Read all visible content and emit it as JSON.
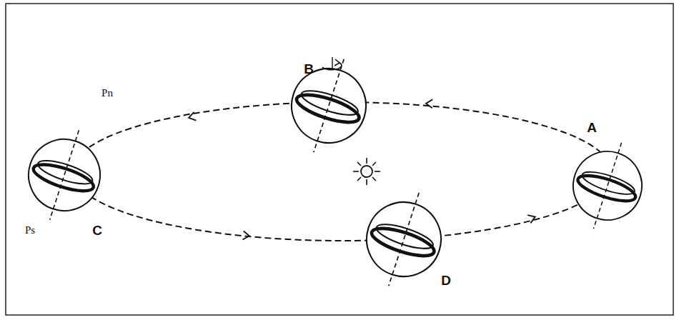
{
  "diagram": {
    "labels": [
      "B",
      "A",
      "Pn",
      "Ps",
      "C",
      "D"
    ]
  }
}
